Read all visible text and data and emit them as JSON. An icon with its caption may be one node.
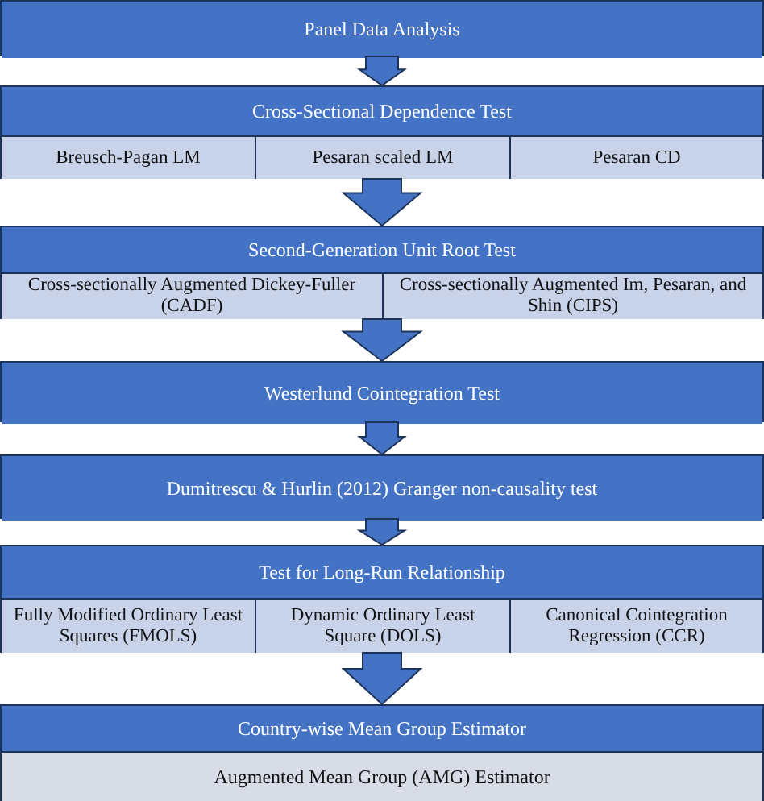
{
  "diagram": {
    "nodes": [
      {
        "text": [
          "Panel Data Analysis"
        ]
      },
      {
        "text": [
          "Cross-Sectional Dependence Test"
        ]
      },
      {
        "text": [
          "Breusch-Pagan LM"
        ],
        "in": 1
      },
      {
        "text": [
          "Pesaran scaled LM"
        ],
        "in": 1
      },
      {
        "text": [
          "Pesaran CD"
        ],
        "in": 1
      },
      {
        "text": [
          "Second-Generation Unit Root Test"
        ]
      },
      {
        "text": [
          "Cross-sectionally Augmented Dickey-Fuller (CADF)"
        ],
        "in": 5
      },
      {
        "text": [
          "Cross-sectionally Augmented Im, Pesaran, and Shin (CIPS)"
        ],
        "in": 5
      },
      {
        "text": [
          "Westerlund Cointegration Test"
        ]
      },
      {
        "text": [
          "Dumitrescu & Hurlin (2012) Granger non-causality test"
        ]
      },
      {
        "text": [
          "Test for Long-Run Relationship"
        ]
      },
      {
        "text": [
          "Fully Modified Ordinary Least Squares (FMOLS)"
        ],
        "in": 10
      },
      {
        "text": [
          "Dynamic Ordinary Least Square (DOLS)"
        ],
        "in": 10
      },
      {
        "text": [
          "Canonical Cointegration Regression (CCR)"
        ],
        "in": 10
      },
      {
        "text": [
          "Country-wise Mean Group Estimator"
        ]
      },
      {
        "text": [
          "Augmented Mean Group (AMG) Estimator"
        ],
        "in": 14
      }
    ],
    "edges": [
      {
        "from": 0,
        "to": 1,
        "arrow": "to"
      },
      {
        "from": 1,
        "to": 5,
        "arrow": "to"
      },
      {
        "from": 5,
        "to": 8,
        "arrow": "to"
      },
      {
        "from": 8,
        "to": 9,
        "arrow": "to"
      },
      {
        "from": 9,
        "to": 10,
        "arrow": "to"
      },
      {
        "from": 10,
        "to": 14,
        "arrow": "to"
      }
    ]
  }
}
